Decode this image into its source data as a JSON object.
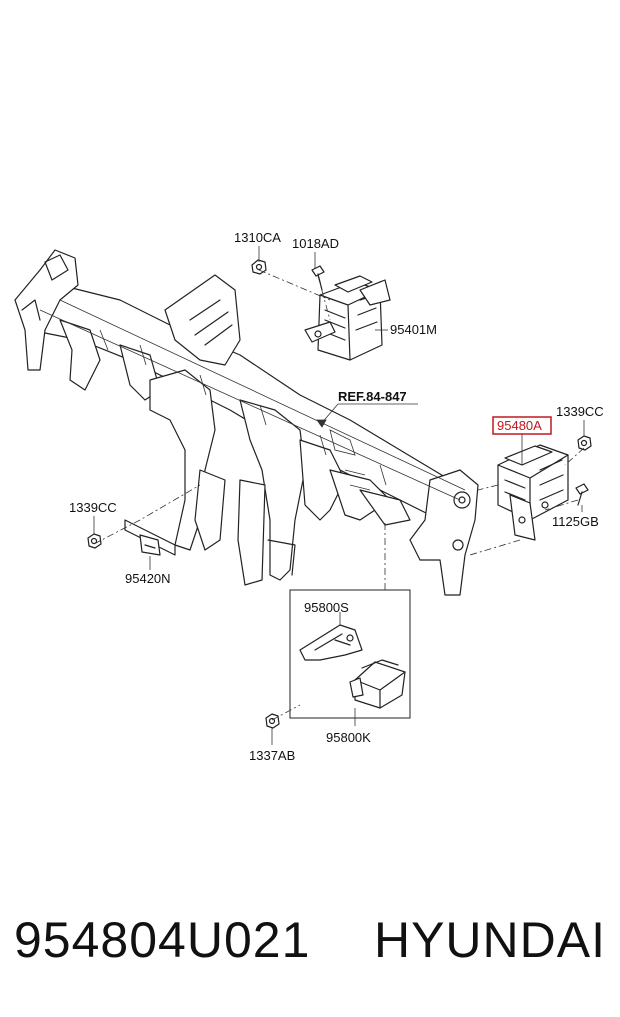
{
  "diagram": {
    "labels": {
      "p1310ca": "1310CA",
      "p1018ad": "1018AD",
      "p95401m": "95401M",
      "ref": "REF.84-847",
      "p95480a": "95480A",
      "p1339cc_right": "1339CC",
      "p1125gb": "1125GB",
      "p1339cc_left": "1339CC",
      "p95420n": "95420N",
      "p95800s": "95800S",
      "p95800k": "95800K",
      "p1337ab": "1337AB"
    },
    "highlight_color": "#c0181f"
  },
  "footer": {
    "part_number": "954804U021",
    "brand": "HYUNDAI"
  }
}
